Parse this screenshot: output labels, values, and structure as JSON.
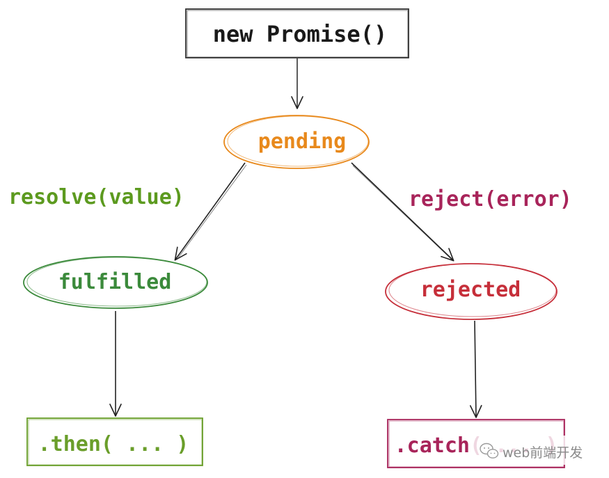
{
  "nodes": {
    "constructor": {
      "label": "new Promise()",
      "color": "#1a1a1a"
    },
    "pending": {
      "label": "pending",
      "color": "#e8891c"
    },
    "fulfilled": {
      "label": "fulfilled",
      "color": "#3b8a3b"
    },
    "rejected": {
      "label": "rejected",
      "color": "#c62f3a"
    },
    "then": {
      "label": ".then( ... )",
      "color": "#6a9e2a"
    },
    "catch": {
      "label": ".catch( ... )",
      "color": "#a8245a"
    }
  },
  "edges": {
    "resolve": {
      "label": "resolve(value)",
      "color": "#5c9a1f"
    },
    "reject": {
      "label": "reject(error)",
      "color": "#a8245a"
    }
  },
  "watermark": {
    "text": "web前端开发",
    "icon": "wechat-icon"
  },
  "colors": {
    "stroke": "#222222",
    "box_gray": "#333333"
  }
}
